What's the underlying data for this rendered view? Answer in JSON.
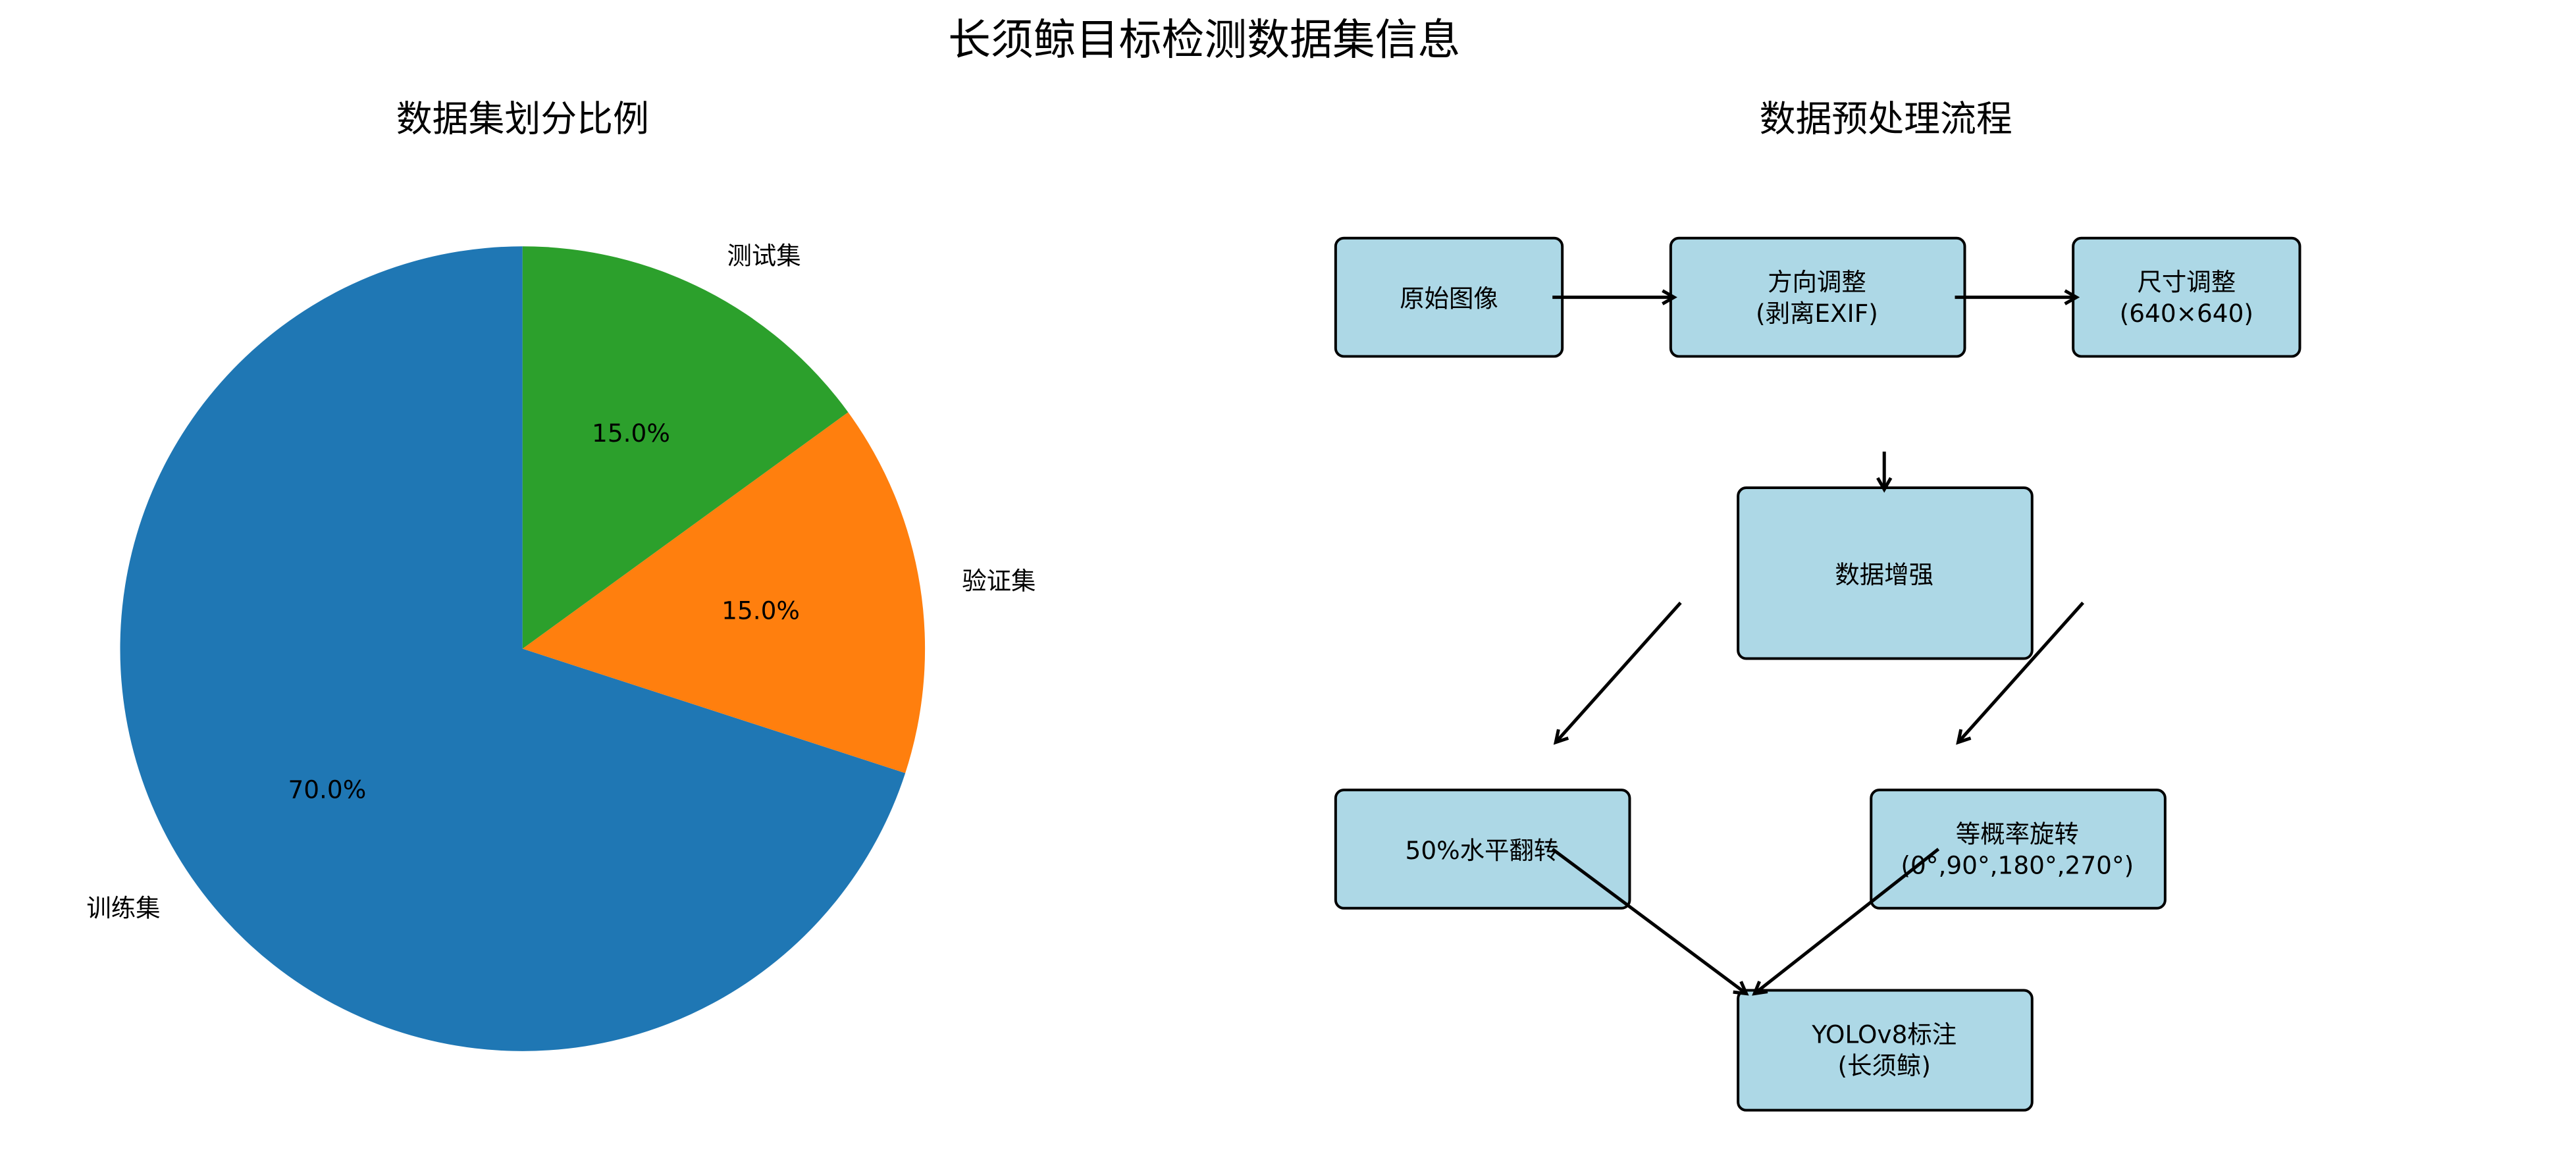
{
  "title": "长须鲸目标检测数据集信息",
  "chart_data": {
    "type": "pie",
    "title": "数据集划分比例",
    "categories": [
      "训练集",
      "验证集",
      "测试集"
    ],
    "values": [
      70.0,
      15.0,
      15.0
    ],
    "pct_labels": [
      "70.0%",
      "15.0%",
      "15.0%"
    ],
    "colors": [
      "#1f77b4",
      "#ff7f0e",
      "#2ca02c"
    ],
    "start_angle_deg": 90,
    "direction": "counterclockwise"
  },
  "diagram": {
    "title": "数据预处理流程",
    "box_color": "#add8e6",
    "nodes": {
      "raw": [
        "原始图像"
      ],
      "orient": [
        "方向调整",
        "(剥离EXIF)"
      ],
      "resize": [
        "尺寸调整",
        "(640×640)"
      ],
      "augment": [
        "数据增强"
      ],
      "flip": [
        "50%水平翻转"
      ],
      "rotate": [
        "等概率旋转",
        "(0°,90°,180°,270°)"
      ],
      "label": [
        "YOLOv8标注",
        "(长须鲸)"
      ]
    }
  }
}
